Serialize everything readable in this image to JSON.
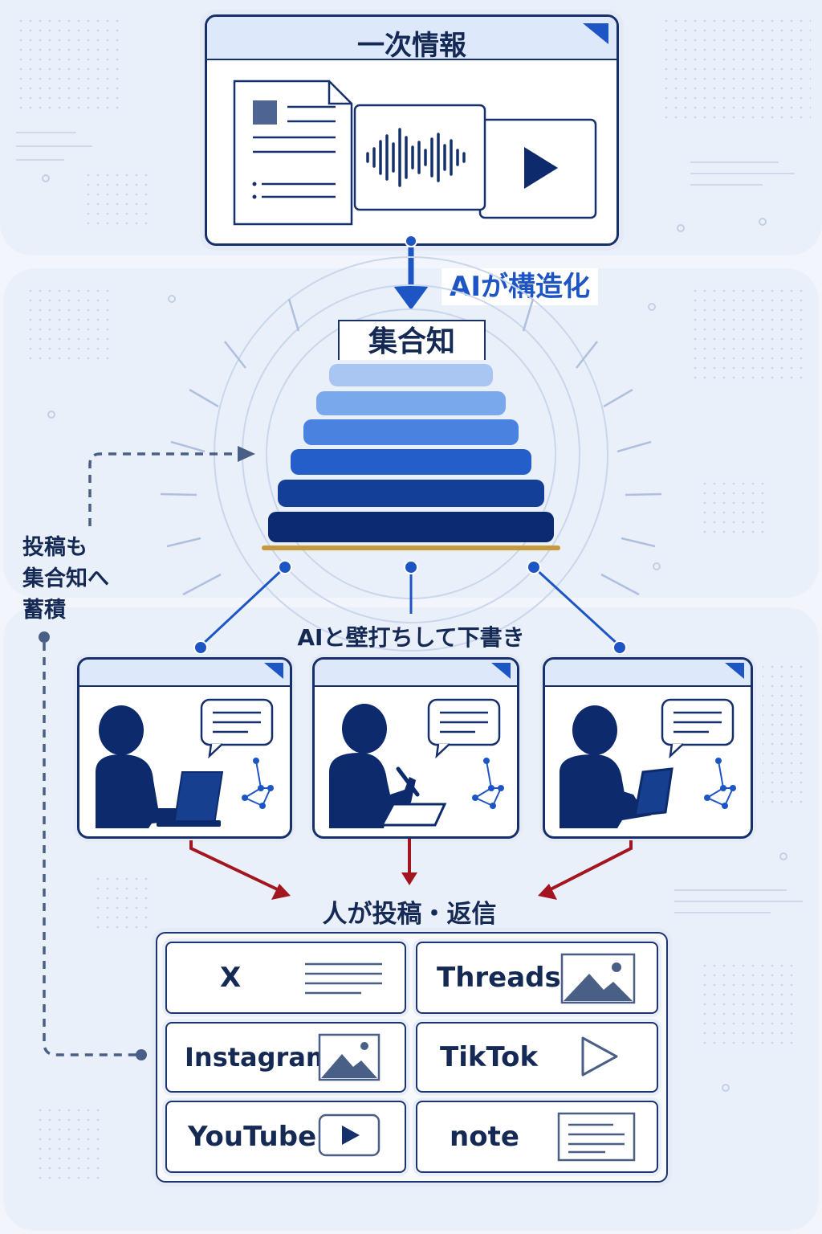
{
  "primary": {
    "title": "一次情報"
  },
  "flow": {
    "structure_label": "AIが構造化"
  },
  "collective": {
    "label": "集合知",
    "layer_colors": [
      "#a9c6f3",
      "#7aa8ec",
      "#4a83df",
      "#245fc9",
      "#143f98",
      "#0c2a70"
    ]
  },
  "feedback": {
    "line1": "投稿も",
    "line2": "集合知へ",
    "line3": "蓄積"
  },
  "draft": {
    "label": "AIと壁打ちして下書き"
  },
  "post": {
    "label": "人が投稿・返信"
  },
  "platforms": [
    {
      "name": "X",
      "icon": "text-lines-icon"
    },
    {
      "name": "Threads",
      "icon": "image-icon"
    },
    {
      "name": "Instagram",
      "icon": "image-icon"
    },
    {
      "name": "TikTok",
      "icon": "play-outline-icon"
    },
    {
      "name": "YouTube",
      "icon": "video-play-icon"
    },
    {
      "name": "note",
      "icon": "document-icon"
    }
  ],
  "colors": {
    "navy": "#16306b",
    "blue": "#1d56c4",
    "red": "#a3151f",
    "gold": "#c49a3c",
    "dashed": "#4a5f86"
  }
}
